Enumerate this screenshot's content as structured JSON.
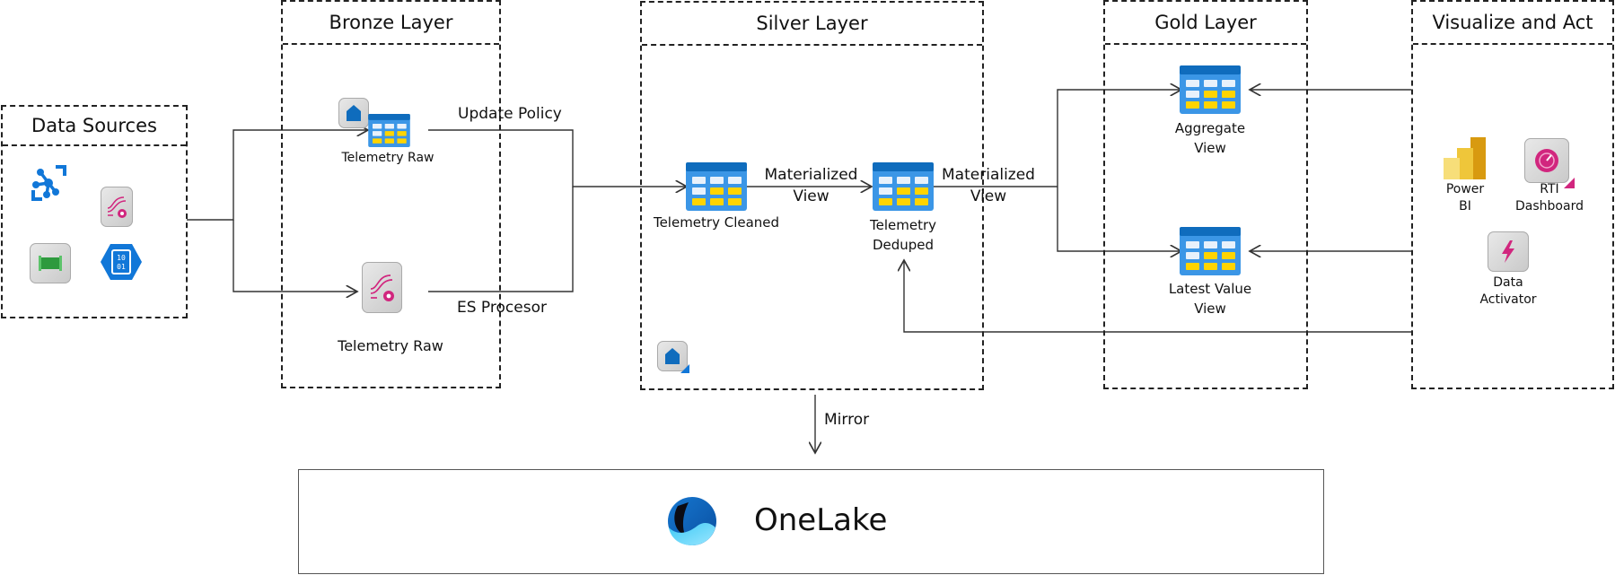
{
  "diagram": {
    "sections": {
      "data_sources": "Data Sources",
      "bronze": "Bronze Layer",
      "silver": "Silver Layer",
      "gold": "Gold Layer",
      "visualize": "Visualize and Act"
    },
    "nodes": {
      "bronze_table": "Telemetry Raw",
      "bronze_stream": "Telemetry Raw",
      "silver_cleaned": "Telemetry Cleaned",
      "silver_deduped": "Telemetry Deduped",
      "gold_aggregate": "Aggregate View",
      "gold_latest": "Latest Value View",
      "power_bi": "Power BI",
      "rti_dashboard": "RTI Dashboard",
      "data_activator": "Data Activator",
      "onelake": "OneLake"
    },
    "edges": {
      "update_policy": "Update Policy",
      "es_processor": "ES Procesor",
      "mv1": "Materialized View",
      "mv2": "Materialized View",
      "mirror": "Mirror"
    },
    "icons": {
      "source_1": "iot-hub-icon",
      "source_2": "eventstream-icon",
      "source_3": "event-hub-icon",
      "source_4": "storage-blob-icon",
      "bronze_badge": "eventhouse-icon",
      "silver_badge": "eventhouse-shortcut-icon"
    },
    "colors": {
      "table_blue": "#1a7fd6",
      "table_yellow": "#ffd400",
      "magenta": "#d1267e",
      "onelake_blue": "#0f6cbd"
    }
  }
}
